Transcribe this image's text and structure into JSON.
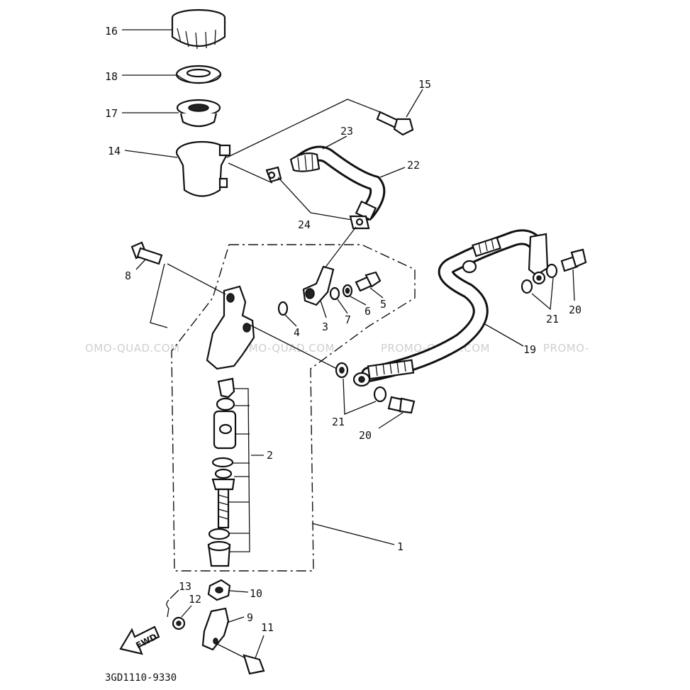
{
  "watermarks": [
    "OMO-QUAD.COM",
    "PROMO-QUAD.COM",
    "PROMO-QUAD.COM",
    "PROMO-"
  ],
  "callouts": {
    "c1": "1",
    "c2": "2",
    "c3": "3",
    "c4": "4",
    "c5": "5",
    "c6": "6",
    "c7": "7",
    "c8": "8",
    "c9": "9",
    "c10": "10",
    "c11": "11",
    "c12": "12",
    "c13": "13",
    "c14": "14",
    "c15": "15",
    "c16": "16",
    "c17": "17",
    "c18": "18",
    "c19": "19",
    "c20a": "20",
    "c20b": "20",
    "c21a": "21",
    "c21b": "21",
    "c22": "22",
    "c23": "23",
    "c24": "24"
  },
  "fwd_arrow": "FWD",
  "diagram_code": "3GD1110-9330"
}
